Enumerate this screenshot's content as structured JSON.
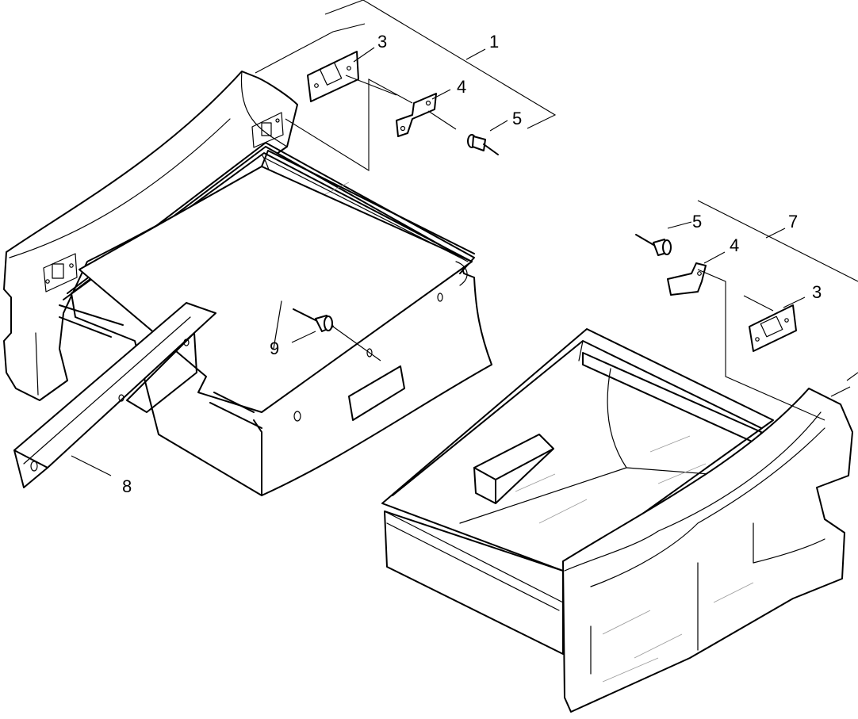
{
  "callouts": {
    "c1": "1",
    "c3a": "3",
    "c4a": "4",
    "c5a": "5",
    "c5b": "5",
    "c7": "7",
    "c4b": "4",
    "c3b": "3",
    "c9": "9",
    "c8": "8"
  }
}
